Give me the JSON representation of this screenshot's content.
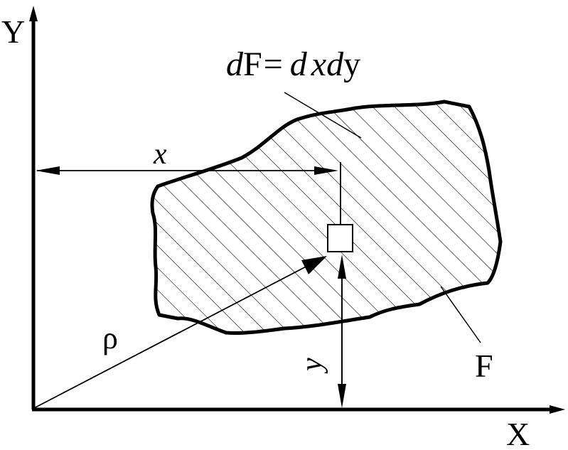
{
  "axes": {
    "y_label": "Y",
    "x_label": "X"
  },
  "labels": {
    "dF_d1": "d",
    "dF_F": "F",
    "dF_eq": "=",
    "dF_d2": "d",
    "dF_x": "x",
    "dF_d3": "d",
    "dF_y": "y",
    "x_dim": "x",
    "y_dim": "y",
    "rho": "ρ",
    "region": "F"
  }
}
